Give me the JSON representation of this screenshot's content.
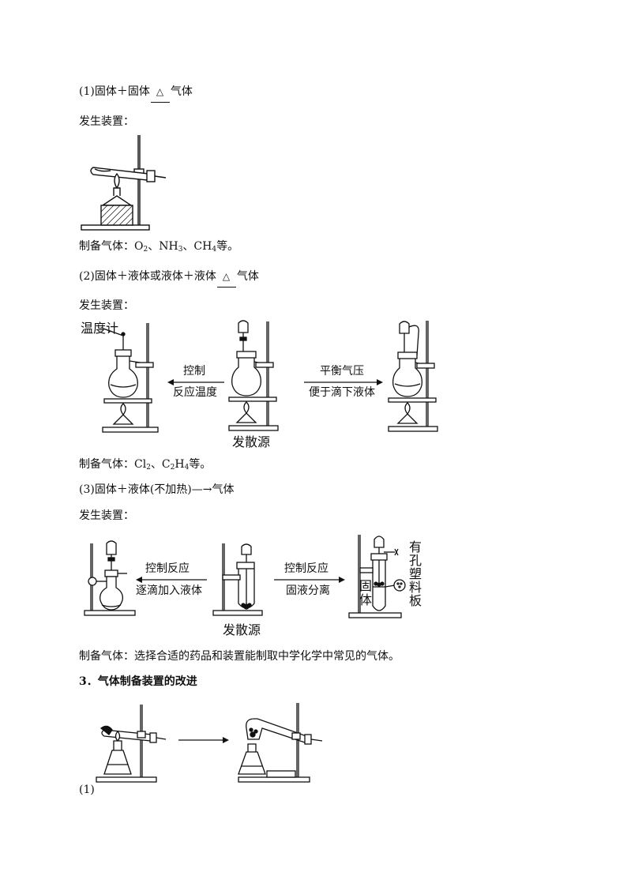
{
  "section1": {
    "eq_left": "(1)固体＋固体",
    "heat": "△",
    "eq_right": "气体",
    "device_label": "发生装置：",
    "gases_prefix": "制备气体：O",
    "gases_o_sub": "2",
    "gases_mid": "、NH",
    "gases_nh_sub": "3",
    "gases_ch": "、CH",
    "gases_ch_sub": "4",
    "gases_suffix": "等。"
  },
  "section2": {
    "eq_left": "(2)固体＋液体或液体＋液体",
    "heat": "△",
    "eq_right": "气体",
    "device_label": "发生装置：",
    "thermometer_label": "温度计",
    "left_arrow_top": "控制",
    "left_arrow_bottom": "反应温度",
    "right_arrow_top": "平衡气压",
    "right_arrow_bottom": "便于滴下液体",
    "source_label": "发散源",
    "gases_prefix": "制备气体：Cl",
    "gases_cl_sub": "2",
    "gases_mid": "、C",
    "gases_c_sub": "2",
    "gases_h": "H",
    "gases_h_sub": "4",
    "gases_suffix": "等。"
  },
  "section3": {
    "eq_left": "(3)固体＋液体(不加热)",
    "arrow": "—→",
    "eq_right": "气体",
    "device_label": "发生装置：",
    "left_arrow_top": "控制反应",
    "left_arrow_bottom": "逐滴加入液体",
    "right_arrow_top": "控制反应",
    "right_arrow_bottom": "固液分离",
    "source_label": "发散源",
    "solid_label": "固体",
    "plate_label_1": "有",
    "plate_label_2": "孔",
    "plate_label_3": "塑",
    "plate_label_4": "料",
    "plate_label_5": "板",
    "gases_line": "制备气体：选择合适的药品和装置能制取中学化学中常见的气体。"
  },
  "heading3": {
    "number": "3．",
    "title": "气体制备装置的改进"
  },
  "improve": {
    "item_label": "(1)"
  }
}
